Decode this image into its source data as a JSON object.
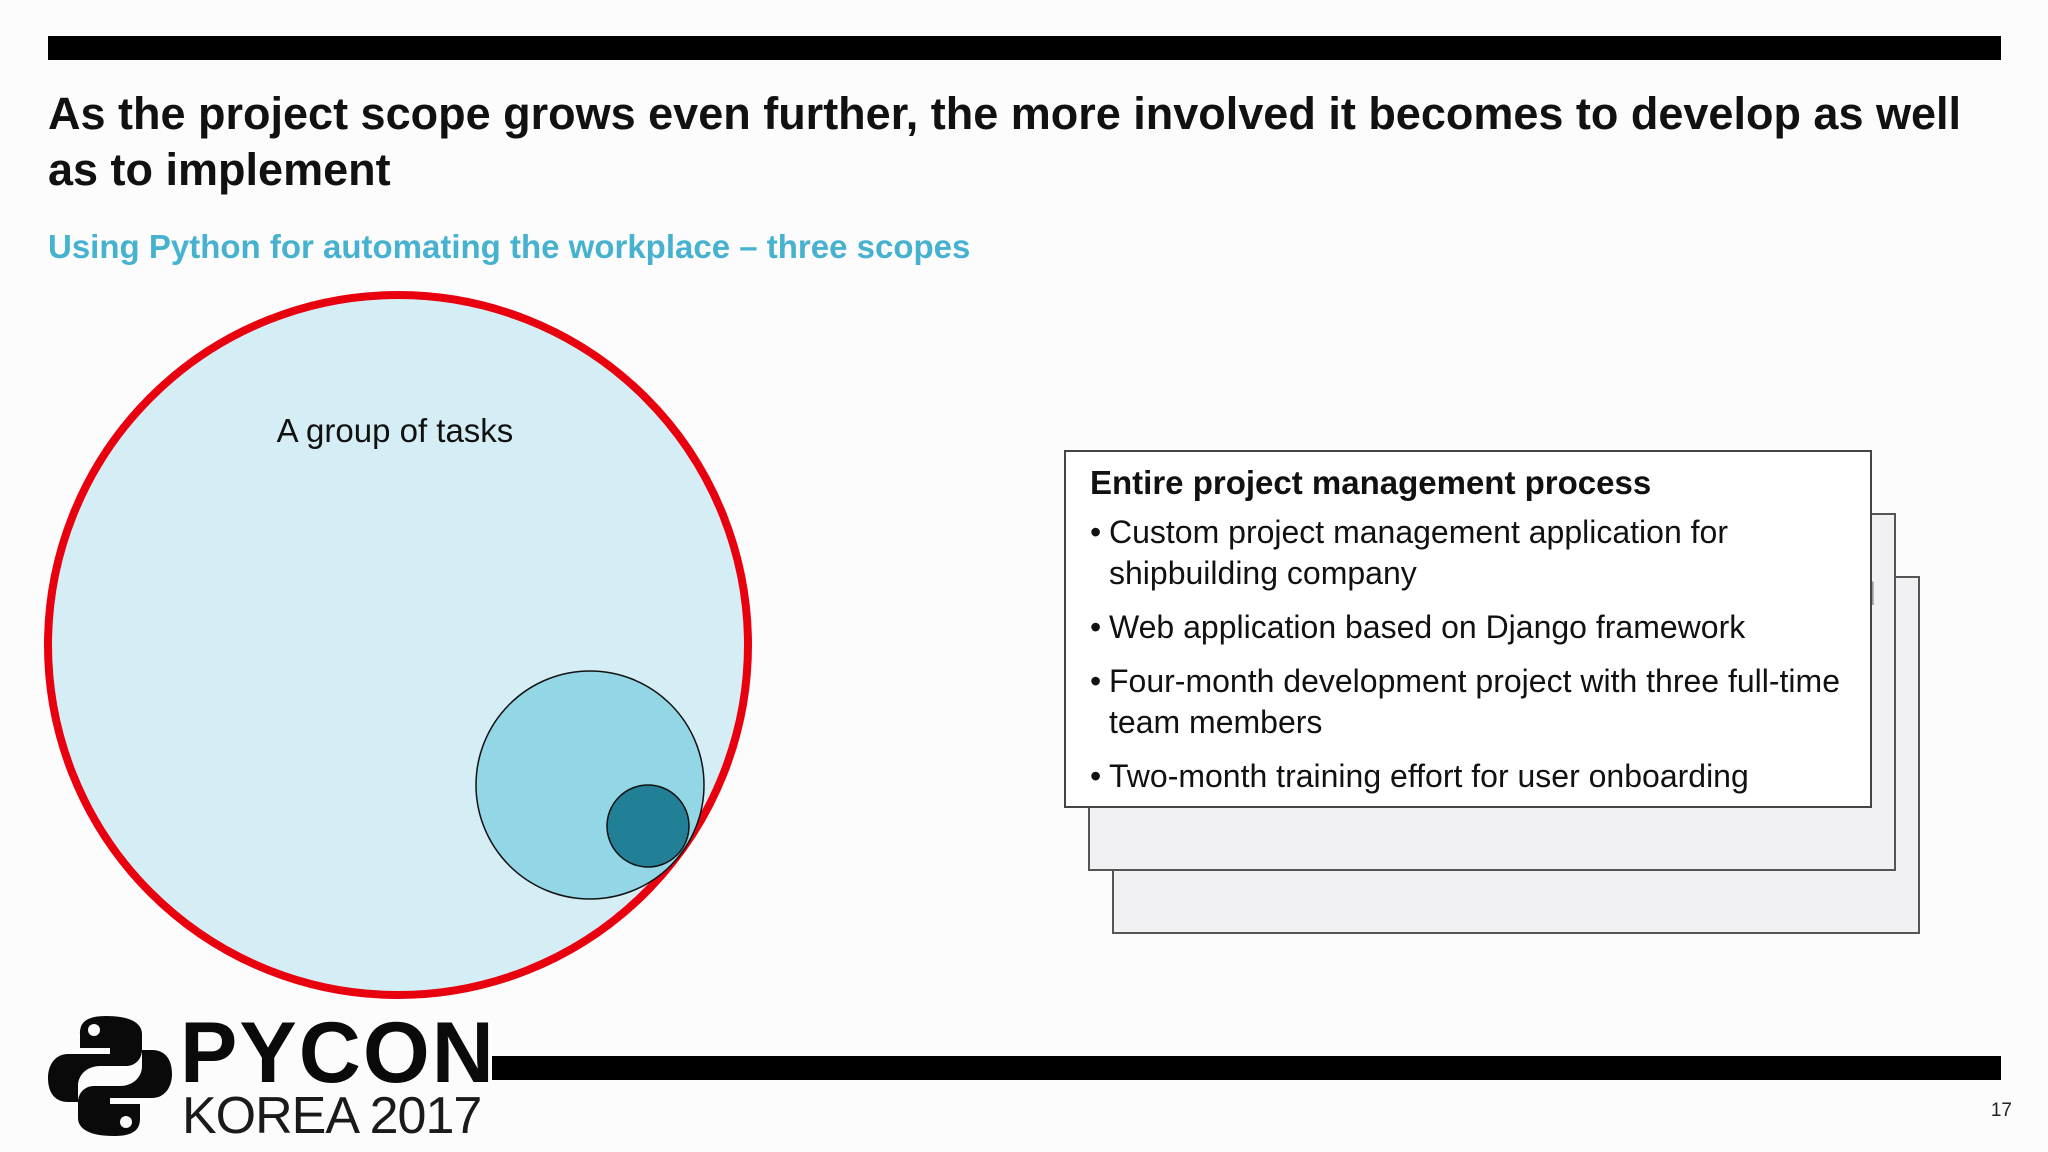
{
  "slide": {
    "title": "As the project scope grows even further, the more involved it becomes to develop as well as to implement",
    "subtitle": "Using Python for automating the workplace – three scopes",
    "circle_label": "A group of tasks",
    "card": {
      "title": "Entire project management process",
      "bullets": [
        "Custom project management application for shipbuilding company",
        "Web application based on Django framework",
        "Four-month development project with three full-time team members",
        "Two-month training effort for user onboarding"
      ],
      "peek_text": "d"
    },
    "logo": {
      "line1": "PYCON",
      "line2": "KOREA 2017"
    },
    "page_number": "17"
  },
  "colors": {
    "accent": "#46b2cf",
    "outer_circle_stroke": "#e8000f",
    "outer_circle_fill": "#d5edf4",
    "middle_circle_fill": "#93d6e6",
    "inner_circle_fill": "#217f96"
  }
}
